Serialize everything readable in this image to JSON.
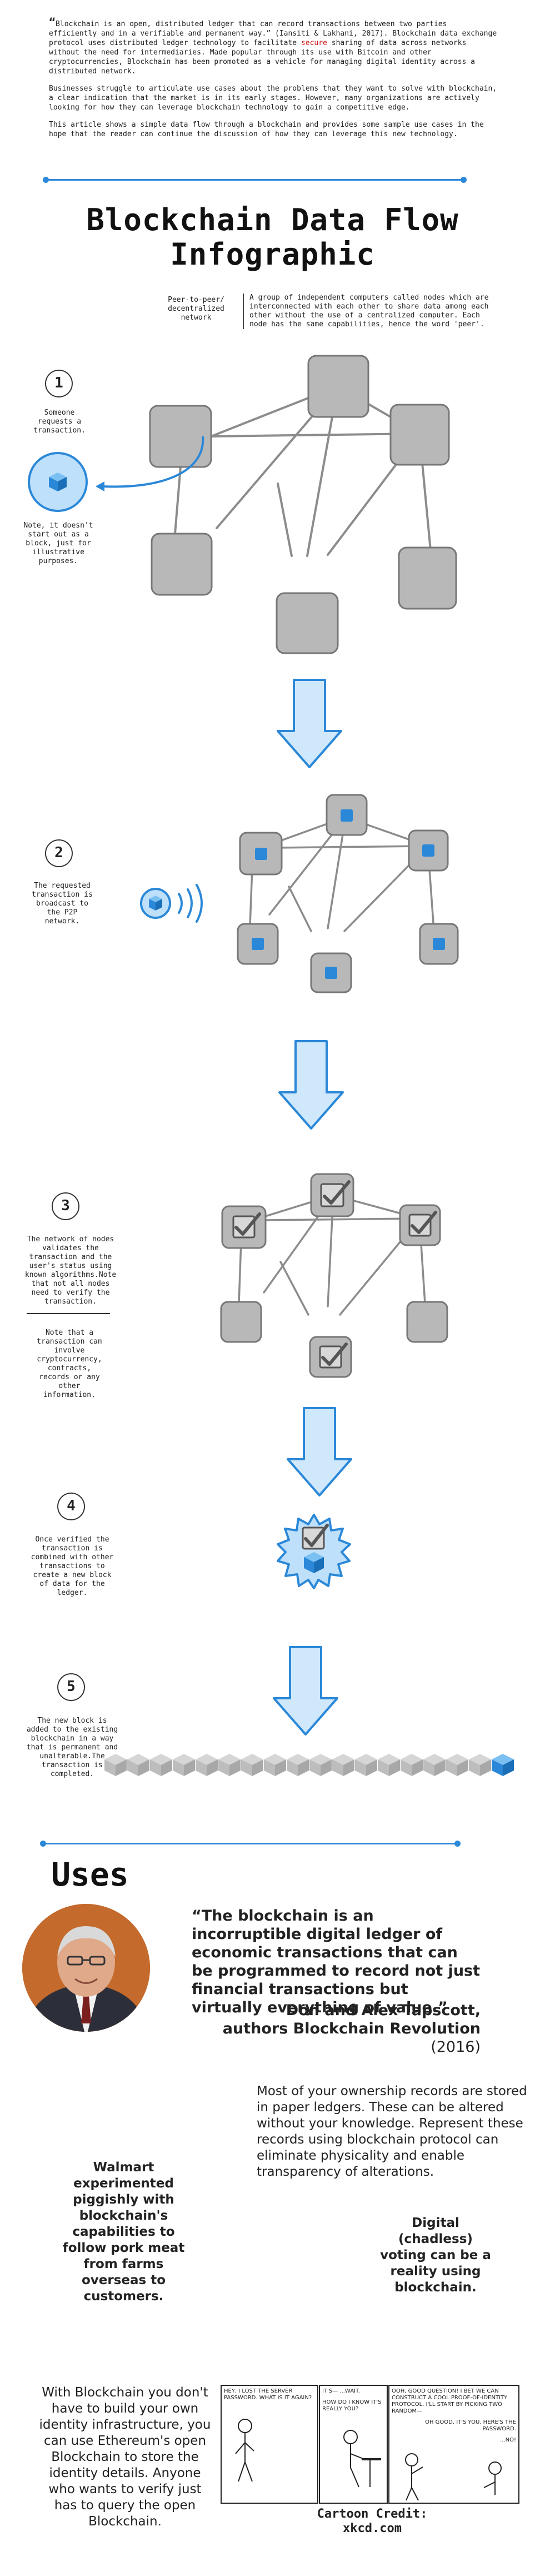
{
  "intro": {
    "p1_quote_mark": "“",
    "p1_a": "Blockchain is an open, distributed ledger that can record transactions between two parties efficiently and in a verifiable and permanent way.” (Iansiti & Lakhani, 2017). Blockchain data exchange protocol uses distributed ledger technology to facilitate ",
    "p1_red": "secure",
    "p1_b": " sharing of data across networks without the need for intermediaries. Made popular through its use with Bitcoin and other cryptocurrencies, Blockchain has been promoted as a vehicle for managing digital identity across a distributed network.",
    "p2": "Businesses struggle to articulate use cases about the problems that they want to solve with blockchain, a clear indication that the market is in its early stages. However, many organizations are actively looking for how they can leverage blockchain technology to gain a competitive edge.",
    "p3": "This article shows a simple data flow through a blockchain and provides some sample use cases in the hope that the reader can continue the discussion of how they can leverage this new technology."
  },
  "infographic": {
    "title_line1": "Blockchain Data Flow",
    "title_line2": "Infographic",
    "p2p_term": "Peer-to-peer/ decentralized network",
    "p2p_definition": "A group of independent computers called nodes which are interconnected with each other to share data among each other without the use of a centralized computer. Each node has the same capabilities, hence the word 'peer'.",
    "steps": [
      {
        "number": "1",
        "text": "Someone requests a transaction.",
        "note": "Note, it doesn't start out as a block, just for illustrative purposes."
      },
      {
        "number": "2",
        "text": "The requested transaction is broadcast to the P2P network."
      },
      {
        "number": "3",
        "text": "The network of nodes validates the transaction and the user's status using known algorithms.Note that not all nodes need to verify the transaction.",
        "note": "Note that a transaction can involve cryptocurrency, contracts, records or any other information."
      },
      {
        "number": "4",
        "text": "Once verified the transaction is combined with other transactions to create a new block of data for the ledger."
      },
      {
        "number": "5",
        "text": "The new block is added to the existing blockchain in a way that is permanent and unalterable.The transaction is completed."
      }
    ]
  },
  "uses": {
    "heading": "Uses",
    "quote": "“The blockchain is an incorruptible digital ledger of economic transactions that can be programmed to record not just financial transactions but virtually everything of value.”",
    "quote_attribution_1": "Don and Alex Tapscott,",
    "quote_attribution_2": "authors Blockchain Revolution",
    "quote_attribution_3": "(2016)",
    "ownership": "Most of your ownership records are stored in paper ledgers. These can be altered without your knowledge. Represent these records using blockchain protocol can eliminate physicality and enable transparency of alterations.",
    "walmart": "Walmart experimented piggishly with blockchain's capabilities to follow pork meat from farms overseas to customers.",
    "voting": "Digital (chadless) voting can be a reality using blockchain.",
    "identity": "With Blockchain you don't have to build your own identity infrastructure, you can use Ethereum's open Blockchain to store the identity details. Anyone who wants to verify just has to query the open Blockchain.",
    "comic_panel1": "HEY, I LOST THE SERVER PASSWORD. WHAT IS IT AGAIN?",
    "comic_panel2_a": "IT'S— ...WAIT.",
    "comic_panel2_b": "HOW DO I KNOW IT'S REALLY YOU?",
    "comic_panel3_a": "OOH, GOOD QUESTION! I BET WE CAN CONSTRUCT A COOL PROOF-OF-IDENTITY PROTOCOL. I'LL START BY PICKING TWO RANDOM—",
    "comic_panel3_b": "OH GOOD. IT'S YOU. HERE'S THE PASSWORD.",
    "comic_panel3_c": "...NO!",
    "credit_1": "Cartoon Credit:",
    "credit_2": "xkcd.com"
  },
  "colors": {
    "accent": "#2b88d8",
    "node": "#b8b8b8",
    "red": "#d02020"
  },
  "icons": [
    "arrow-down-icon",
    "cube-icon",
    "check-icon",
    "broadcast-icon"
  ]
}
